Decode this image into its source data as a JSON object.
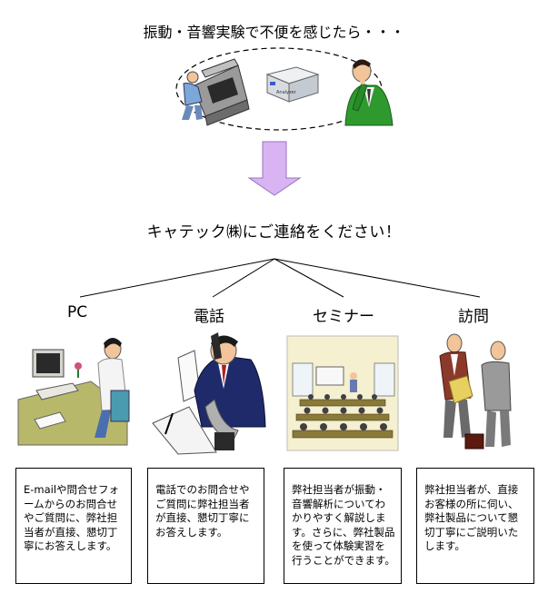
{
  "header": {
    "top_text": "振動・音響実験で不便を感じたら・・・",
    "main_text": "キャテック㈱にご連絡をください！"
  },
  "device_label": "Analyzer",
  "columns": [
    {
      "label": "PC",
      "text": "E-mailや問合せフォームからのお問合せやご質問に、弊社担当者が直接、懇切丁寧にお答えします。"
    },
    {
      "label": "電話",
      "text": "電話でのお問合せやご質問に弊社担当者が直接、懇切丁寧にお答えします。"
    },
    {
      "label": "セミナー",
      "text": "弊社担当者が振動・音響解析についてわかりやすく解説します。さらに、弊社製品を使って体験実習を行うことができます。"
    },
    {
      "label": "訪問",
      "text": "弊社担当者が、直接お客様の所に伺い、弊社製品について懇切丁寧にご説明いたします。"
    }
  ],
  "colors": {
    "arrow_fill": "#d8b4f2",
    "arrow_stroke": "#9b70c4",
    "suit_blue": "#1f2a6b",
    "person_green": "#2e9a2e",
    "floor_olive": "#b8b86a",
    "suit_brown": "#8b3a2a"
  }
}
